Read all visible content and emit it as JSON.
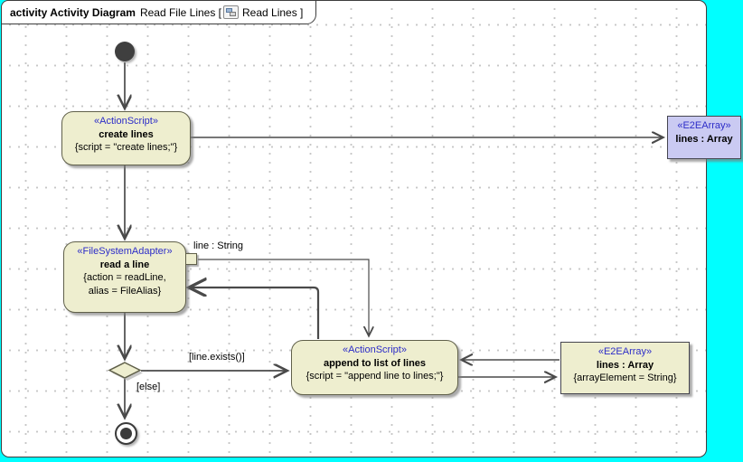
{
  "frame": {
    "title_keyword": "activity Activity Diagram",
    "title_name": "Read File Lines [",
    "title_tab_close": "Read Lines ]",
    "icon": "activity-diagram-icon"
  },
  "colors": {
    "canvas_background": "#00ffff",
    "diagram_background": "#ffffff",
    "action_fill": "#eeeecf",
    "object_fill_lavender": "#cacaf2",
    "object_fill_beige": "#eeeecf",
    "stereotype_text": "#2d2dc8",
    "edge_color": "#4a4a4a"
  },
  "nodes": {
    "create_lines": {
      "stereotype": "«ActionScript»",
      "name": "create lines",
      "props": "{script = \"create lines;\"}"
    },
    "lines_array_top": {
      "stereotype": "«E2EArray»",
      "name": "lines : Array"
    },
    "read_a_line": {
      "stereotype": "«FileSystemAdapter»",
      "name": "read a line",
      "props": "{action = readLine,\nalias = FileAlias}"
    },
    "append_to_list": {
      "stereotype": "«ActionScript»",
      "name": "append to list of lines",
      "props": "{script = \"append line to lines;\"}"
    },
    "lines_array_bottom": {
      "stereotype": "«E2EArray»",
      "name": "lines : Array",
      "props": "{arrayElement = String}"
    }
  },
  "labels": {
    "pin_label": "line : String",
    "guard_exists": "[line.exists()]",
    "guard_else": "[else]"
  }
}
